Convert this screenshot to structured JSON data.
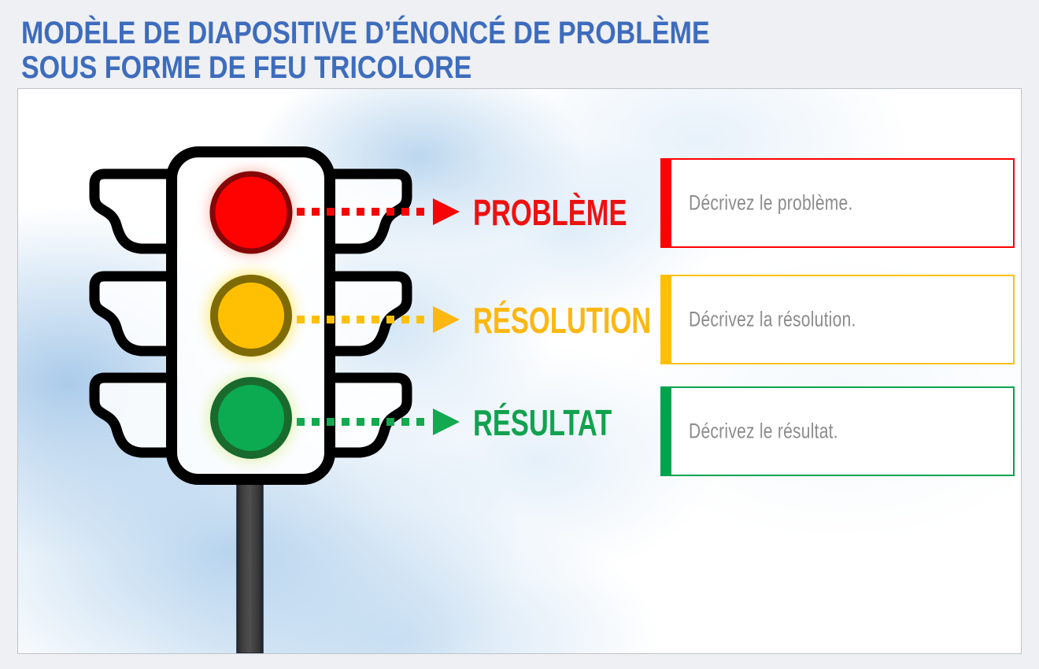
{
  "header": {
    "title_line1": "MODÈLE DE DIAPOSITIVE D’ÉNONCÉ DE PROBLÈME",
    "title_line2": "SOUS FORME DE FEU TRICOLORE"
  },
  "rows": [
    {
      "label": "PROBLÈME",
      "placeholder": "Décrivez le problème.",
      "accent_color": "#FE0101",
      "icon": "red-light"
    },
    {
      "label": "RÉSOLUTION",
      "placeholder": "Décrivez la résolution.",
      "accent_color": "#FFC003",
      "icon": "yellow-light"
    },
    {
      "label": "RÉSULTAT",
      "placeholder": "Décrivez le résultat.",
      "accent_color": "#00A44E",
      "icon": "green-light"
    }
  ],
  "colors": {
    "title_blue": "#3E6CBD",
    "label_red": "#ED1111",
    "label_yellow": "#FCB713",
    "label_green": "#12A24F",
    "light_red": "#FE0202",
    "light_yellow": "#FFC003",
    "light_green": "#0CAB51",
    "placeholder_gray": "#8C8C8C",
    "pole_gray": "#3F3F3F",
    "sky_blue": "#B0D0EC",
    "page_background": "#EEF0F3"
  },
  "illustration": {
    "name": "traffic-light",
    "lights": [
      "red-light",
      "yellow-light",
      "green-light"
    ],
    "connectors": [
      "red-dotted-arrow",
      "yellow-dotted-arrow",
      "green-dotted-arrow"
    ]
  }
}
